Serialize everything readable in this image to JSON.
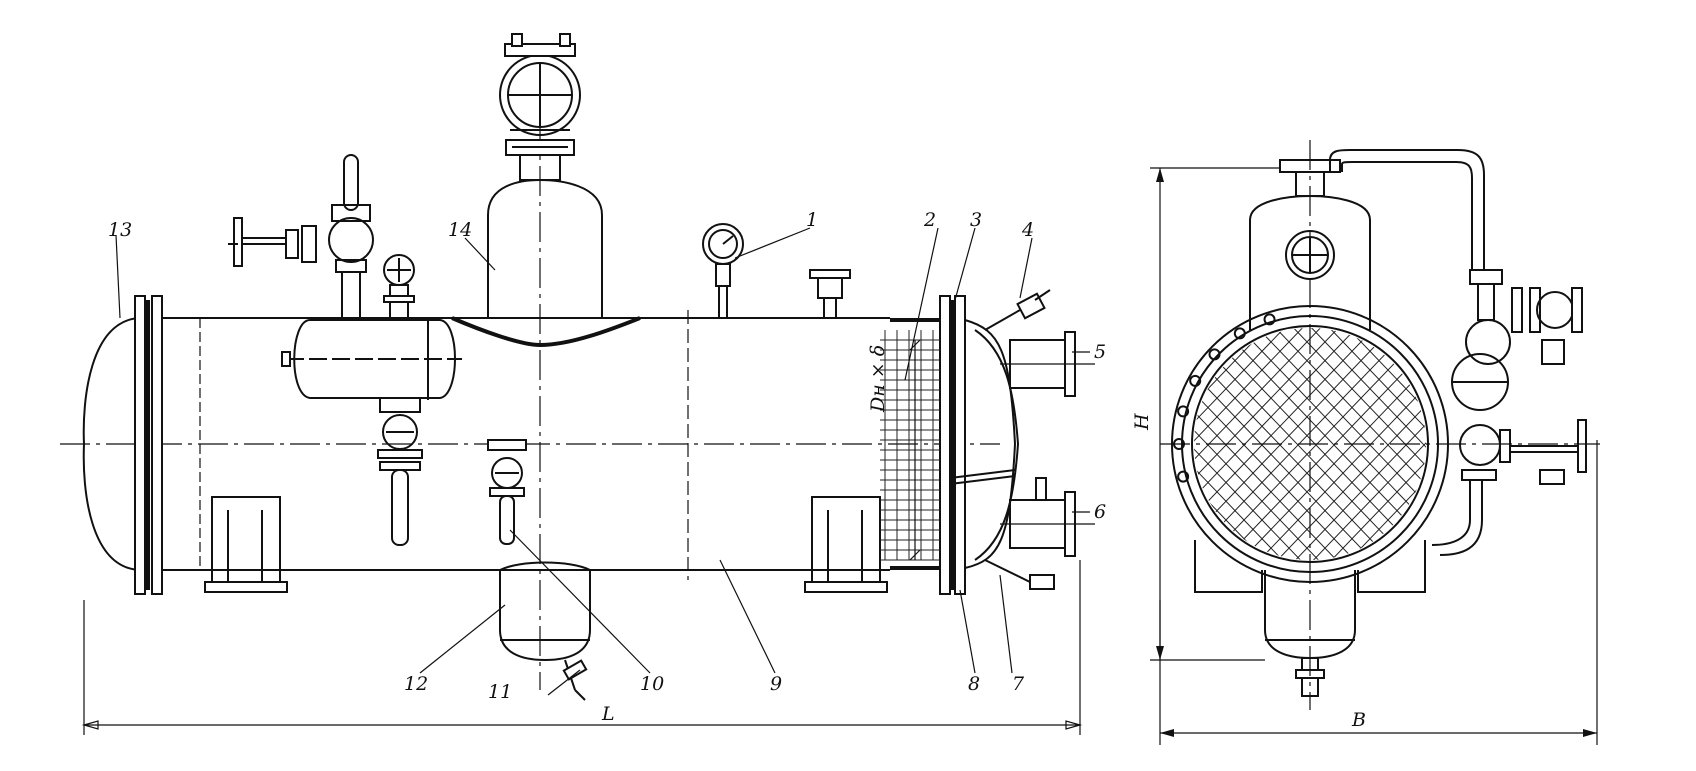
{
  "callouts": [
    {
      "id": "1",
      "label": "1"
    },
    {
      "id": "2",
      "label": "2"
    },
    {
      "id": "3",
      "label": "3"
    },
    {
      "id": "4",
      "label": "4"
    },
    {
      "id": "5",
      "label": "5"
    },
    {
      "id": "6",
      "label": "6"
    },
    {
      "id": "7",
      "label": "7"
    },
    {
      "id": "8",
      "label": "8"
    },
    {
      "id": "9",
      "label": "9"
    },
    {
      "id": "10",
      "label": "10"
    },
    {
      "id": "11",
      "label": "11"
    },
    {
      "id": "12",
      "label": "12"
    },
    {
      "id": "13",
      "label": "13"
    },
    {
      "id": "14",
      "label": "14"
    }
  ],
  "dimensions": {
    "length": "L",
    "height": "H",
    "width": "B",
    "tube_spec": "Dн × δ"
  }
}
